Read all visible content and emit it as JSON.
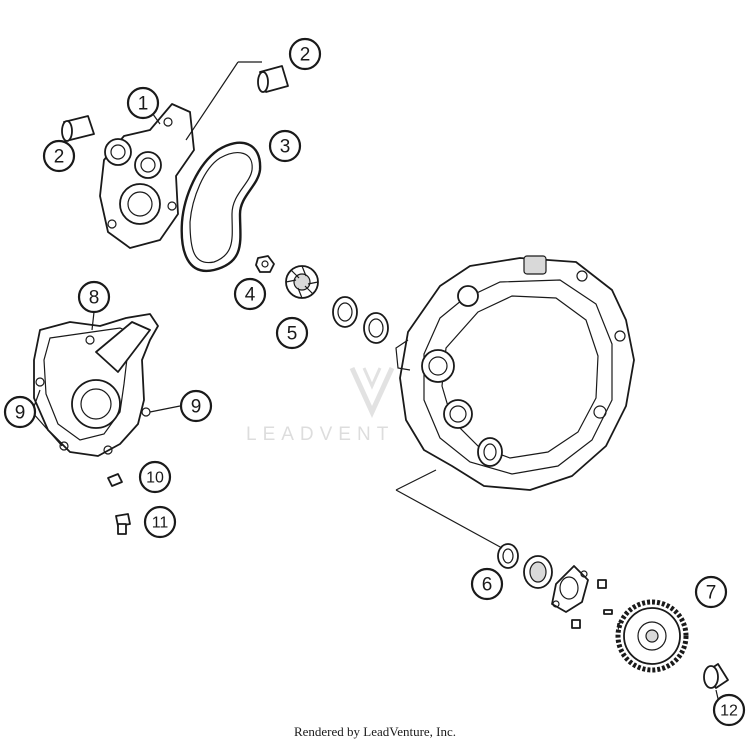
{
  "watermark": {
    "text": "LEADVENT"
  },
  "footer": {
    "credit": "Rendered by LeadVenture, Inc."
  },
  "callouts": {
    "c1": "1",
    "c2a": "2",
    "c2b": "2",
    "c3": "3",
    "c4": "4",
    "c5": "5",
    "c6": "6",
    "c7": "7",
    "c8": "8",
    "c9a": "9",
    "c9b": "9",
    "c10": "10",
    "c11": "11",
    "c12": "12"
  }
}
